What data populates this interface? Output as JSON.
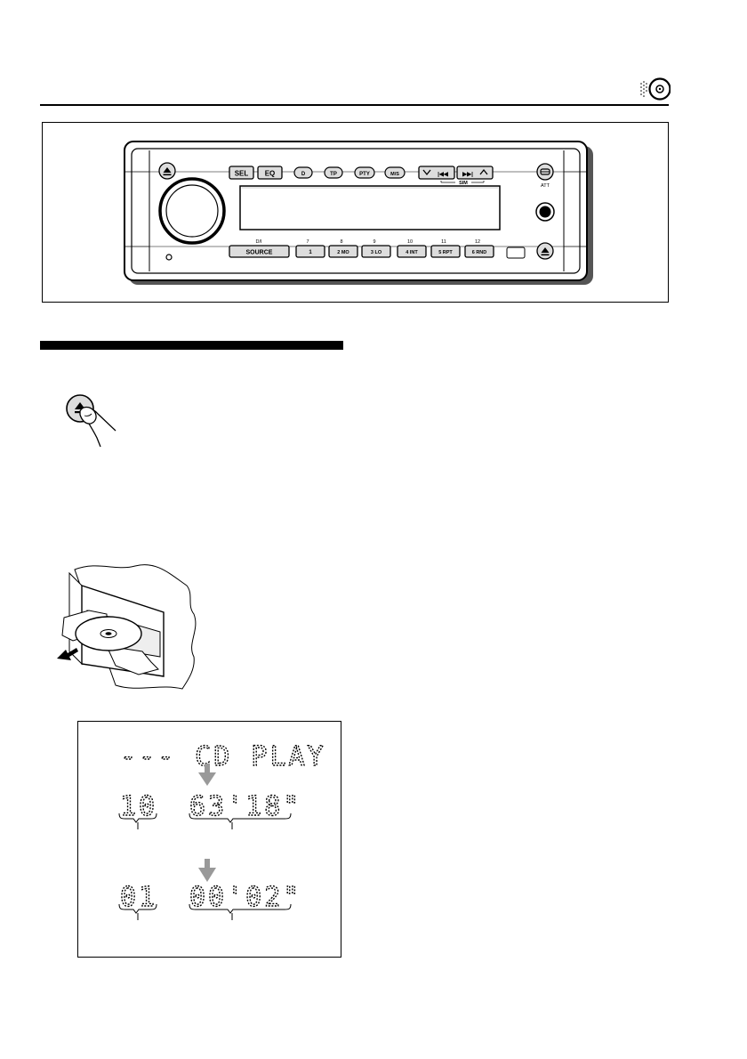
{
  "front_panel": {
    "buttons": {
      "sel": "SEL",
      "eq": "EQ",
      "d": "D",
      "tp": "TP",
      "pty": "PTY",
      "ms": "M/S",
      "prev": "|◀◀",
      "next": "▶▶|",
      "sim": "SIM",
      "att": "ATT",
      "source_top": "D/I",
      "source": "SOURCE",
      "preset_numbers_top": [
        "7",
        "8",
        "9",
        "10",
        "11",
        "12"
      ],
      "presets": [
        "1",
        "2  MO",
        "3  LO",
        "4  INT",
        "5  RPT",
        "6  RND"
      ]
    }
  },
  "lcd": {
    "line1": "--- CD PLAY",
    "row1_track": "10",
    "row1_time": "63'18\"",
    "row2_track": "01",
    "row2_time": "00'02\""
  }
}
